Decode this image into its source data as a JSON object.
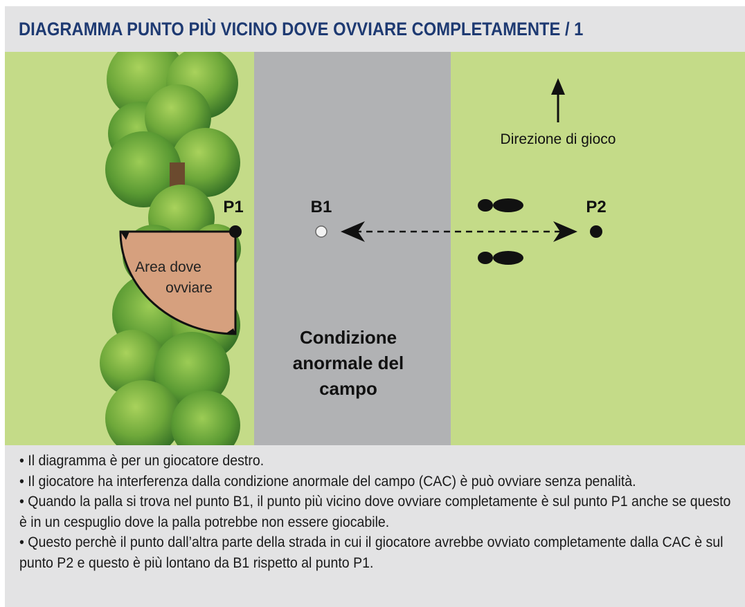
{
  "title": "DIAGRAMMA PUNTO PIÙ VICINO DOVE OVVIARE COMPLETAMENTE / 1",
  "colors": {
    "header_bg": "#e3e3e4",
    "title_text": "#1e3a72",
    "grass": "#c4db88",
    "road": "#b1b2b4",
    "relief_area": "#d6a07e",
    "bush_dark": "#3e7a2a",
    "bush_light": "#8fc04a"
  },
  "diagram": {
    "direction_label": "Direzione di gioco",
    "p1_label": "P1",
    "b1_label": "B1",
    "p2_label": "P2",
    "relief_area_line1": "Area dove",
    "relief_area_line2": "ovviare",
    "condition_line1": "Condizione",
    "condition_line2": "anormale del",
    "condition_line3": "campo",
    "icons": [
      "bush-icon",
      "ball-icon",
      "footprint-icon",
      "arrow-up-icon",
      "dashed-double-arrow"
    ]
  },
  "notes": [
    "• Il diagramma è per un giocatore destro.",
    "• Il giocatore ha interferenza dalla condizione anormale del campo (CAC) è può ovviare senza penalità.",
    "• Quando la palla si trova nel punto B1, il punto più vicino dove ovviare completamente è sul punto P1 anche se questo è in un cespuglio dove la palla potrebbe non essere giocabile.",
    "• Questo perchè il punto dall’altra parte della strada in cui il giocatore avrebbe ovviato completamente dalla CAC è sul punto P2 e questo è più lontano da B1 rispetto al punto P1."
  ]
}
